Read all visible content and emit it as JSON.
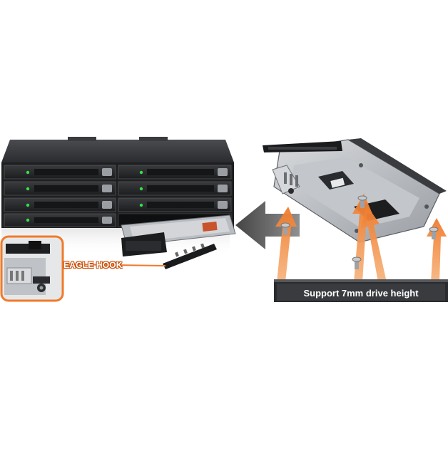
{
  "callout": {
    "label": "EAGLE HOOK"
  },
  "tray_caption": {
    "label": "Support 7mm drive height"
  },
  "enclosure": {
    "bay_count": 8,
    "bays_per_column": 4
  },
  "colors": {
    "accent_orange": "#f07a2a",
    "led_green": "#35e04a",
    "chassis_dark": "#2a2b2e",
    "arrow_gray": "#4a4a4a"
  }
}
